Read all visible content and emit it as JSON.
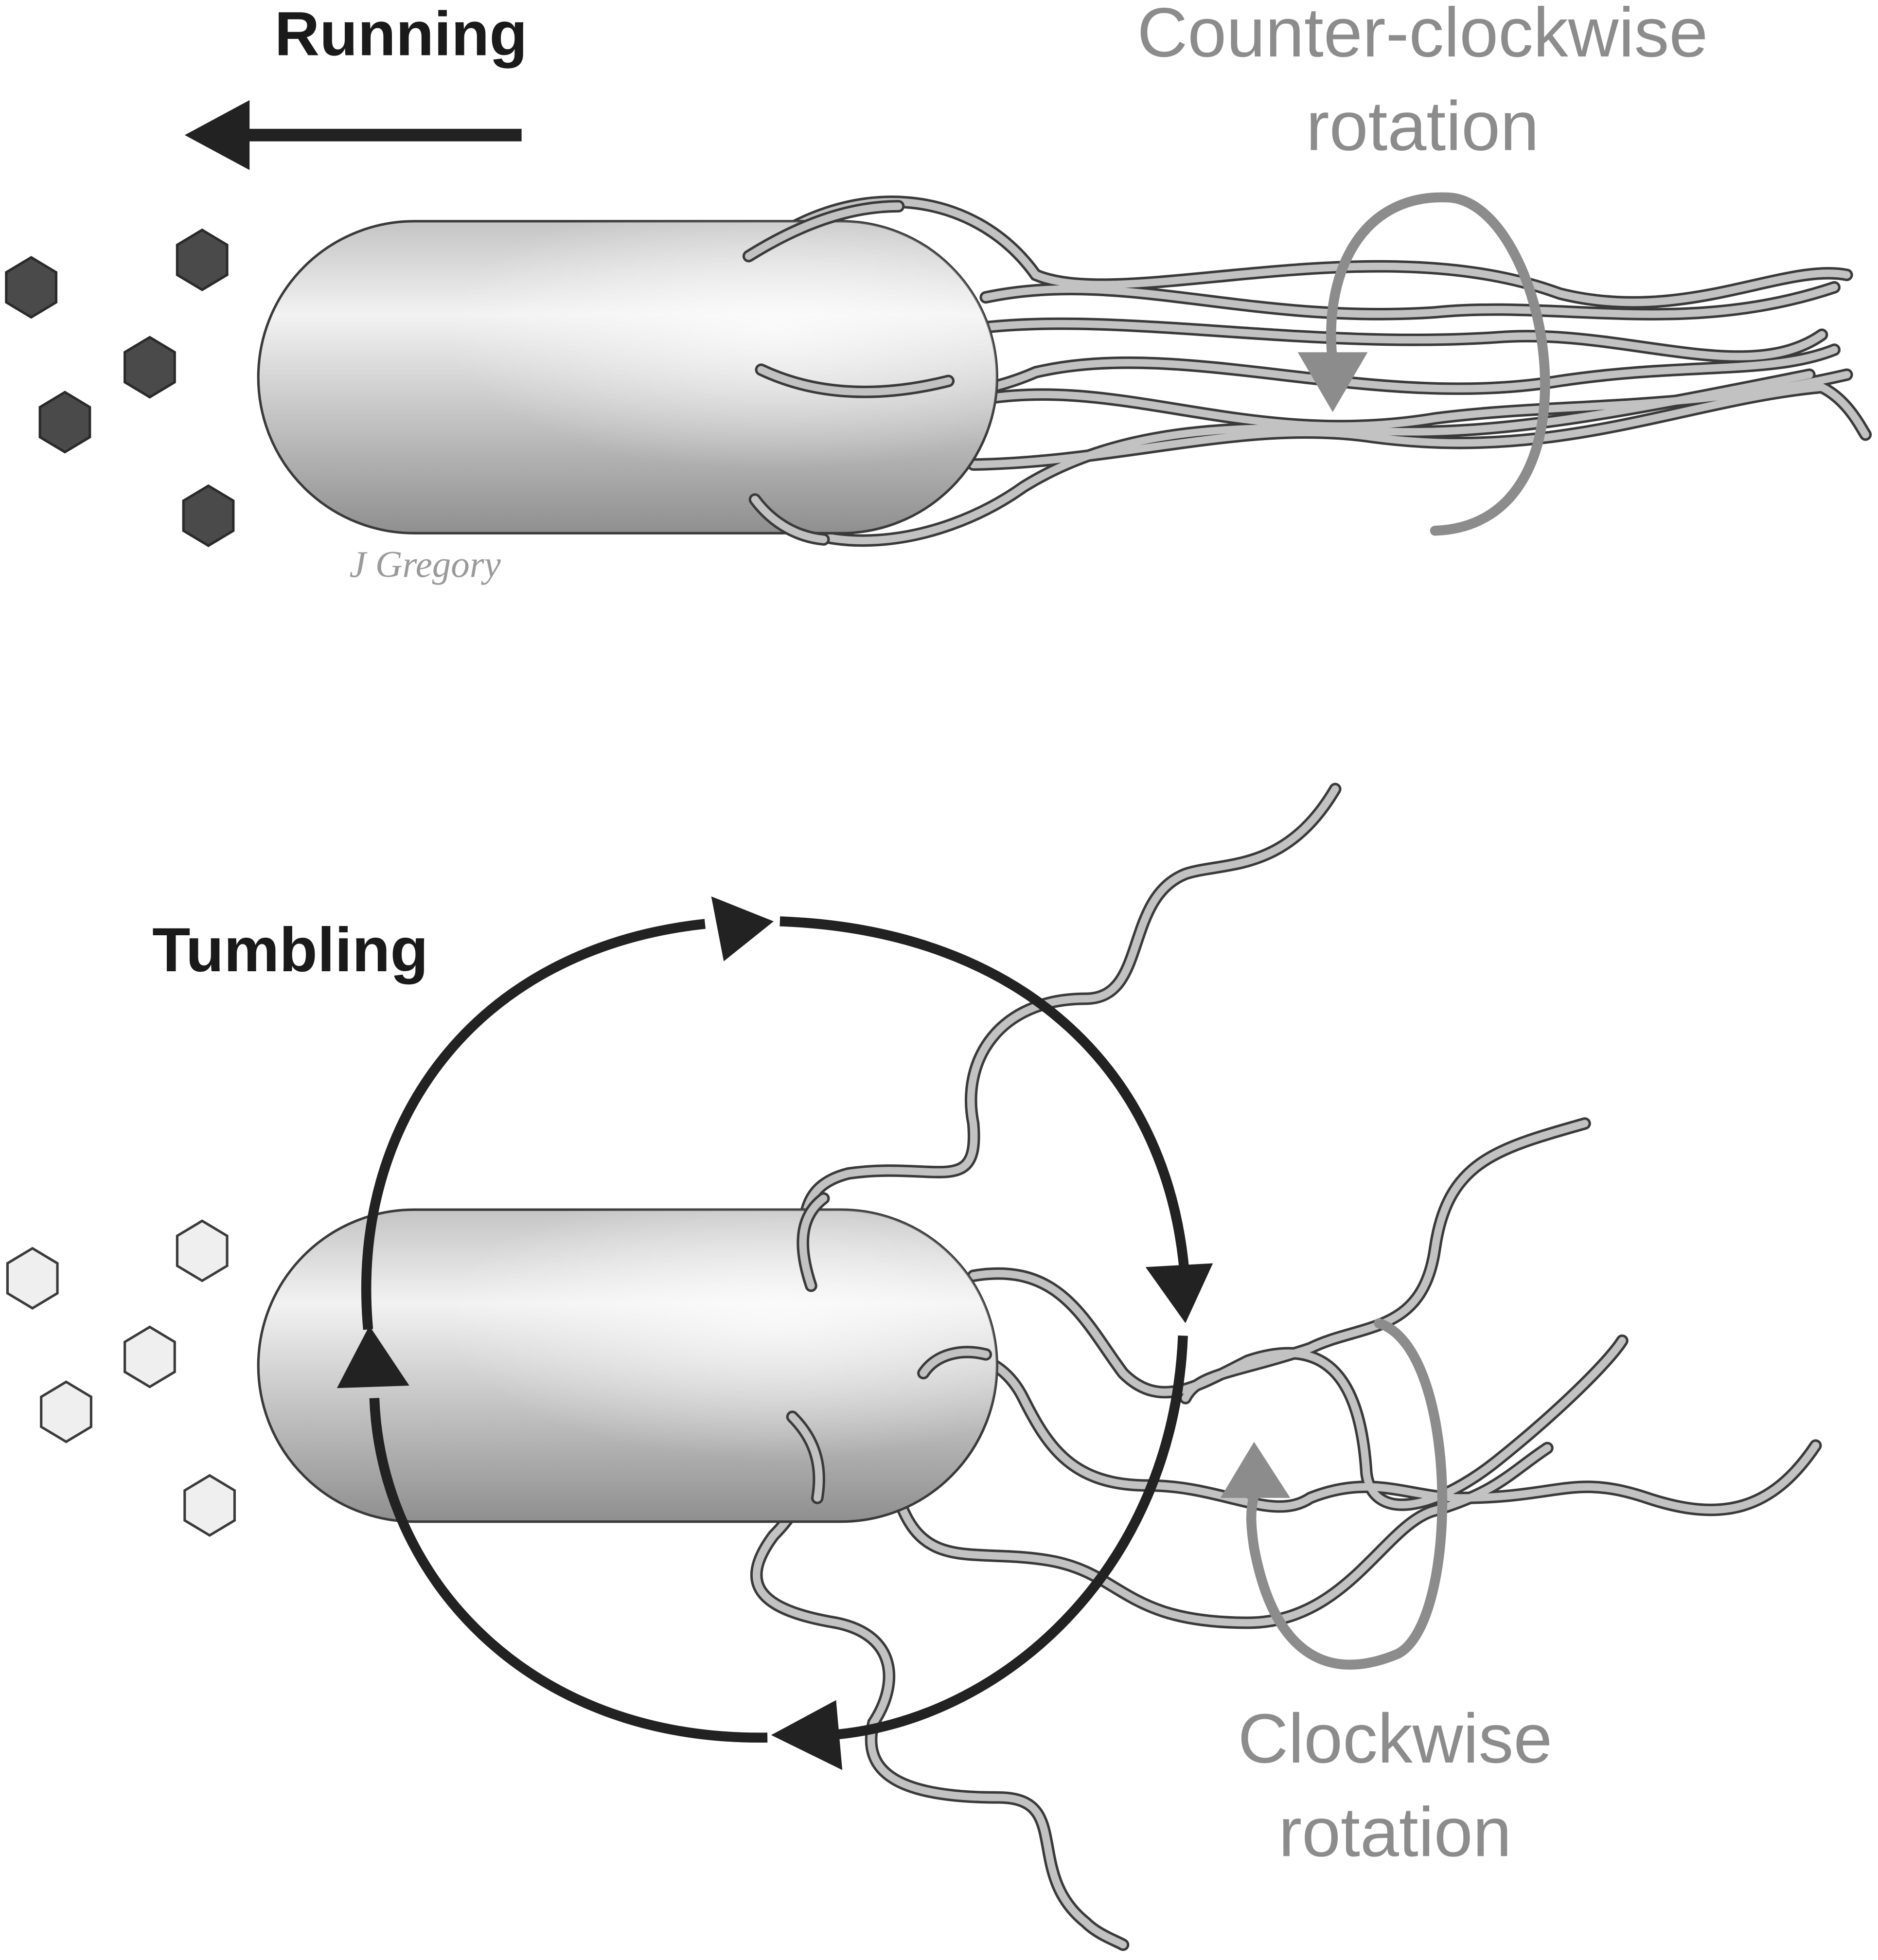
{
  "running": {
    "title": "Running",
    "rotation_label_line1": "Counter-clockwise",
    "rotation_label_line2": "rotation",
    "attractant_color": "#4a4a4a"
  },
  "tumbling": {
    "title": "Tumbling",
    "rotation_label_line1": "Clockwise",
    "rotation_label_line2": "rotation",
    "attractant_color": "#efefef"
  },
  "signature": "J Gregory",
  "colors": {
    "cell_light": "#f2f2f2",
    "cell_dark": "#9c9c9c",
    "flagellum": "#b5b5b5",
    "outline": "#3a3a3a",
    "arrow_dark": "#222222",
    "arrow_grey": "#8c8c8c"
  }
}
